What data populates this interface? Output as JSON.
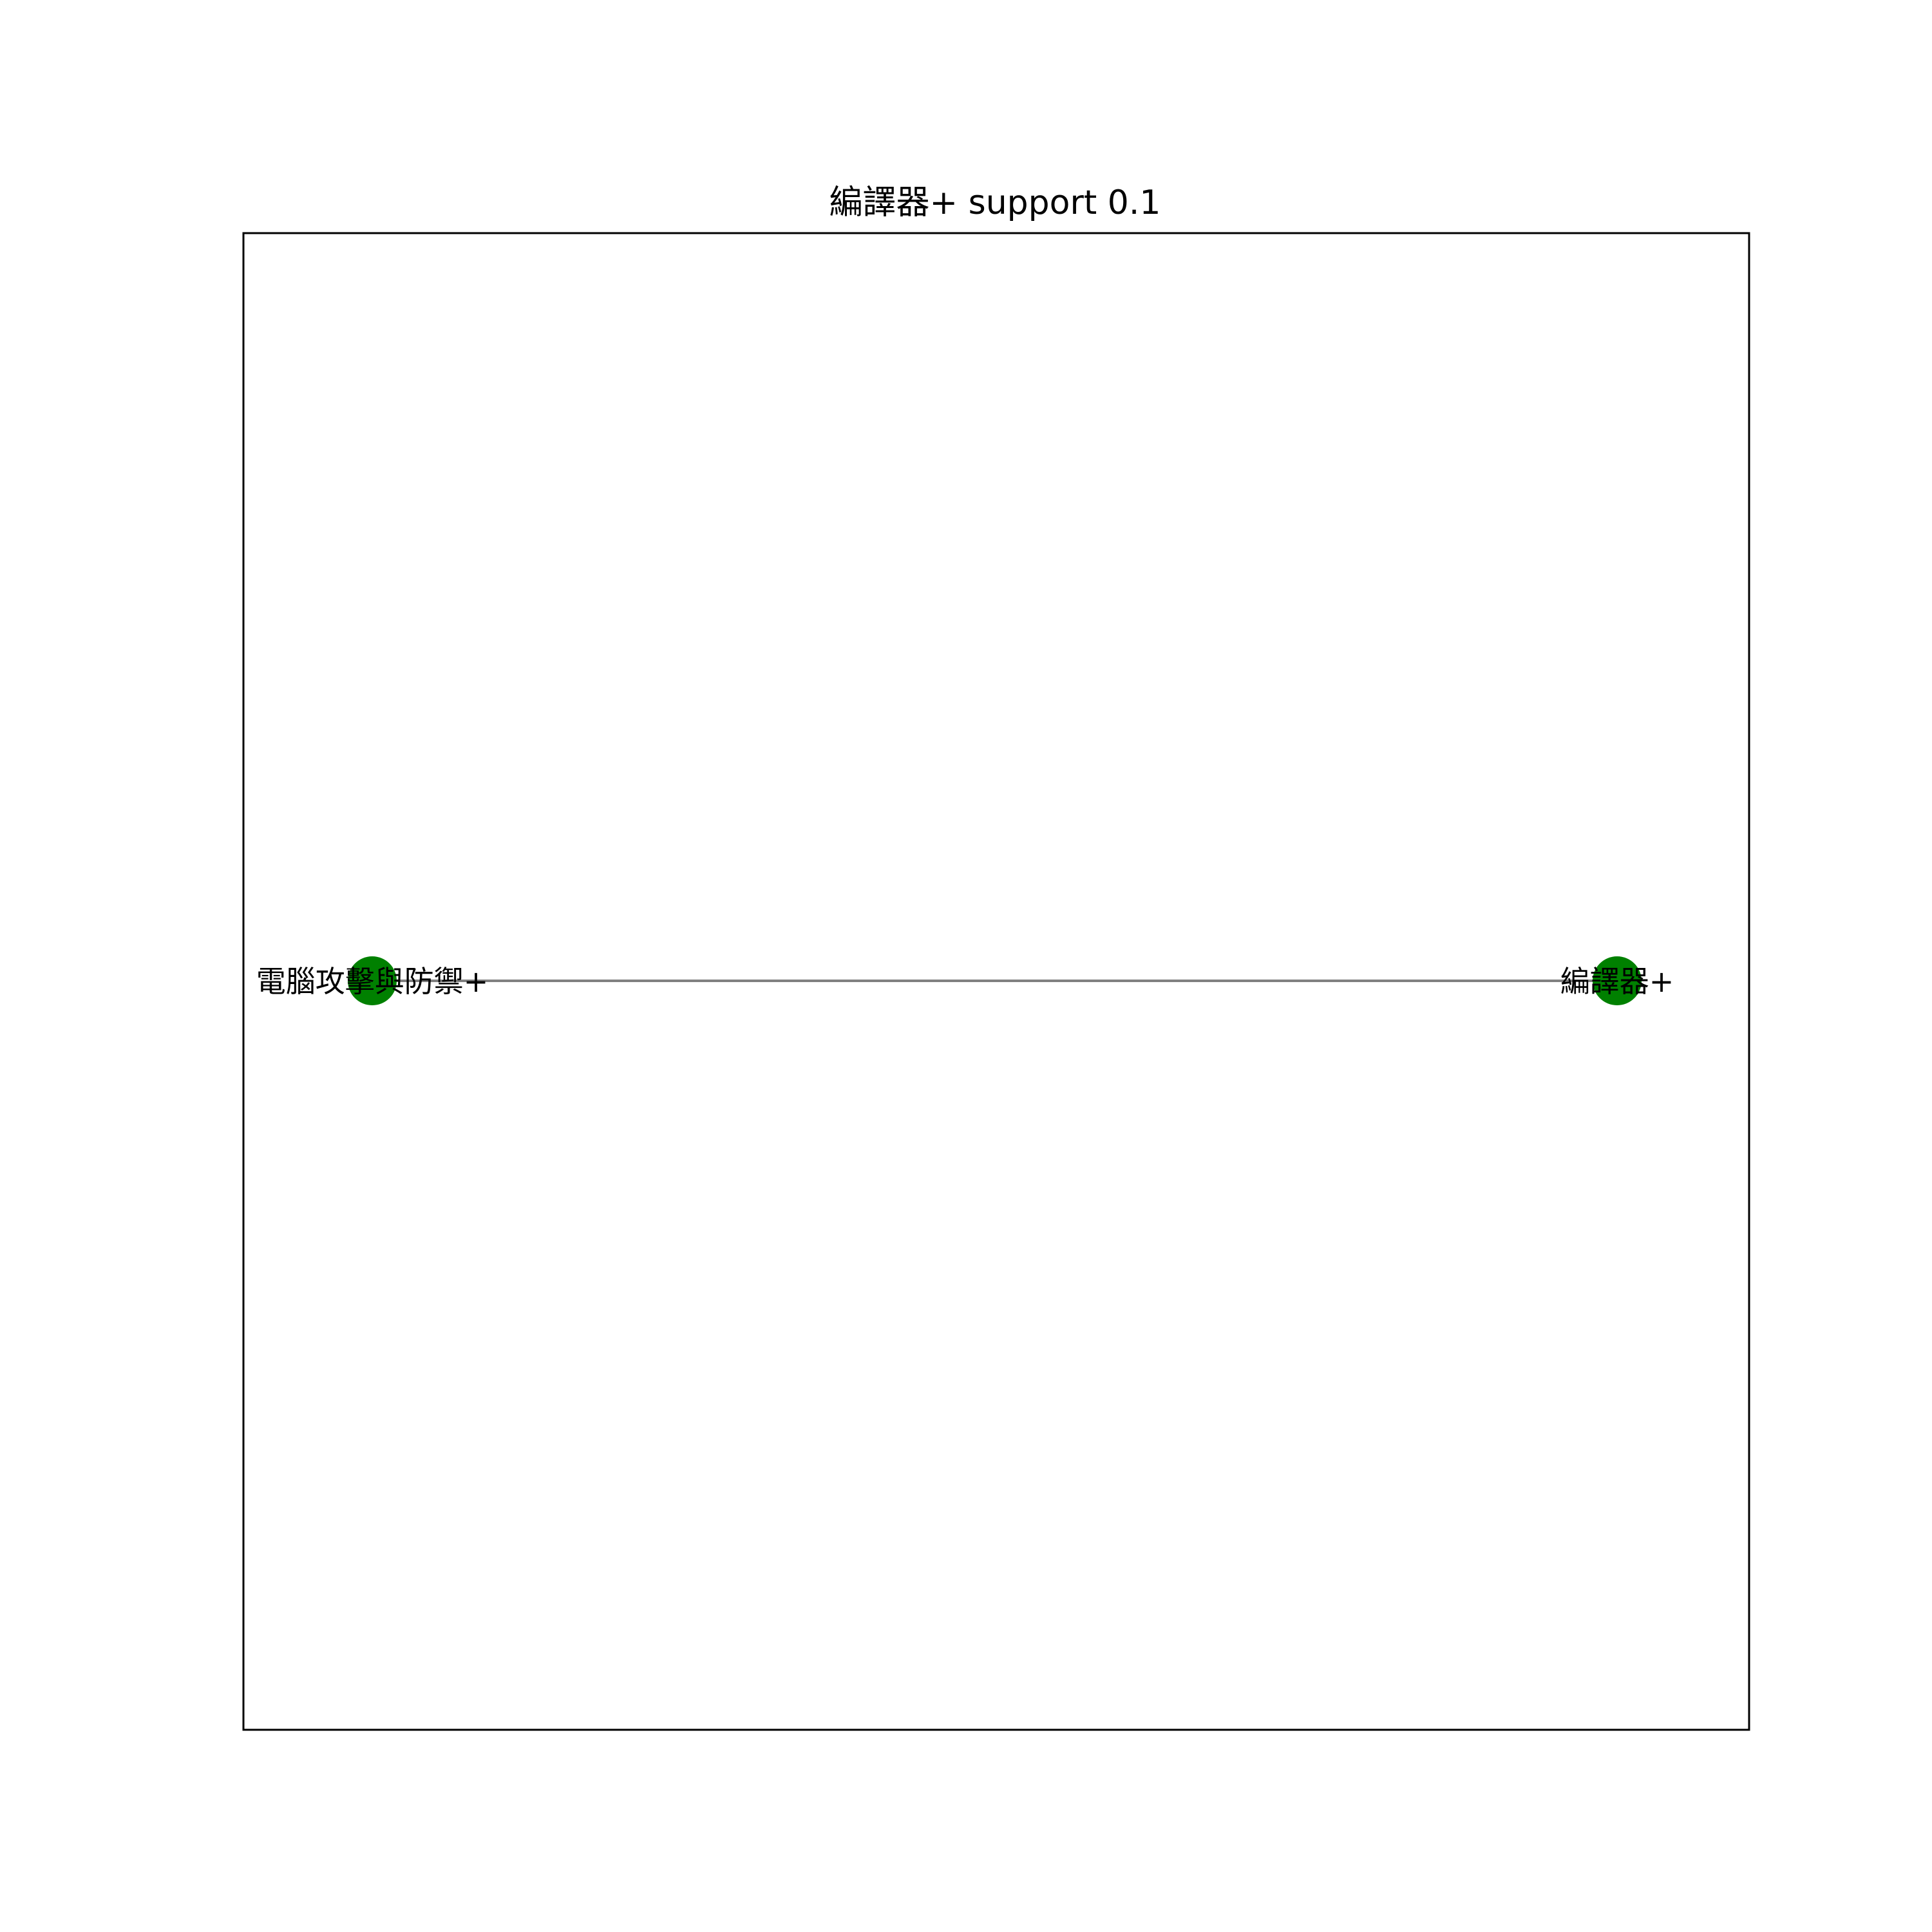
{
  "title": "編譯器+ support 0.1",
  "colors": {
    "node": "#008000",
    "edge": "#808080",
    "frame": "#000000",
    "background": "#ffffff"
  },
  "graph": {
    "nodes": [
      {
        "id": "n1",
        "label": "電腦攻擊與防禦+"
      },
      {
        "id": "n2",
        "label": "編譯器+"
      }
    ],
    "edges": [
      {
        "source": "n1",
        "target": "n2"
      }
    ]
  }
}
